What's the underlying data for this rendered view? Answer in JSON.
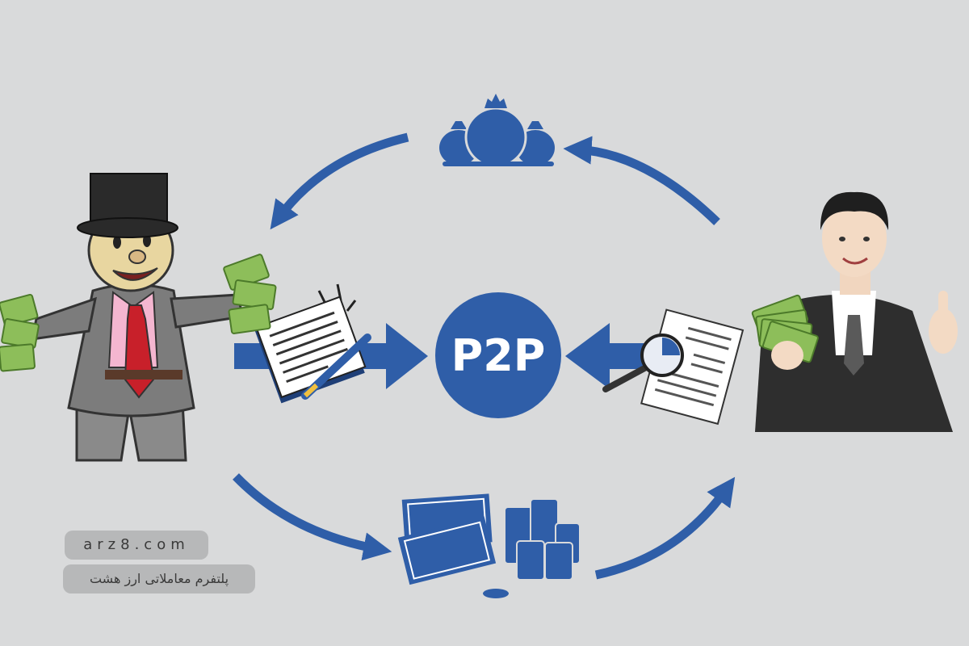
{
  "center_label": "P2P",
  "colors": {
    "background": "#d9dadb",
    "blue": "#2f5ea8",
    "money_green": "#8dbe5a"
  },
  "icons": [
    "money-bags-icon",
    "cash-and-coins-icon",
    "contract-pen-icon",
    "magnifier-document-icon"
  ],
  "watermark": {
    "domain": "arz8.com",
    "tagline": "پلتفرم معاملاتی ارز هشت"
  }
}
